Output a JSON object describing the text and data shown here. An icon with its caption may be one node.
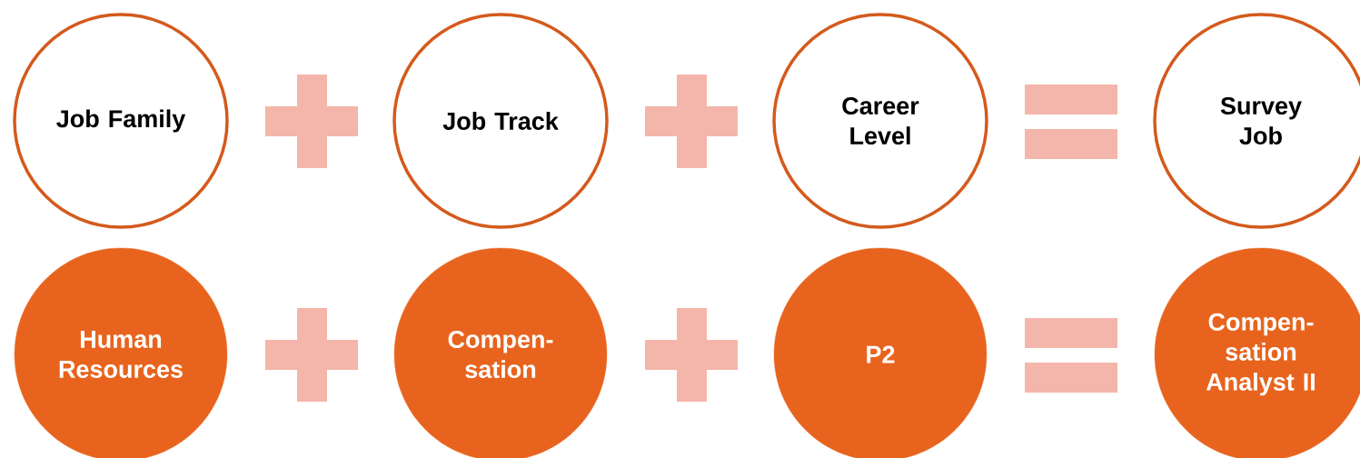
{
  "diagram": {
    "nodes": [
      {
        "text": [
          "Job Family"
        ]
      },
      {
        "text": [
          "Job Track"
        ]
      },
      {
        "text": [
          "Career Level"
        ]
      },
      {
        "text": [
          "Survey Job"
        ]
      },
      {
        "text": [
          "Human Resources"
        ]
      },
      {
        "text": [
          "Compen- sation"
        ]
      },
      {
        "text": [
          "P2"
        ]
      },
      {
        "text": [
          "Compen- sation Analyst II"
        ]
      }
    ]
  }
}
